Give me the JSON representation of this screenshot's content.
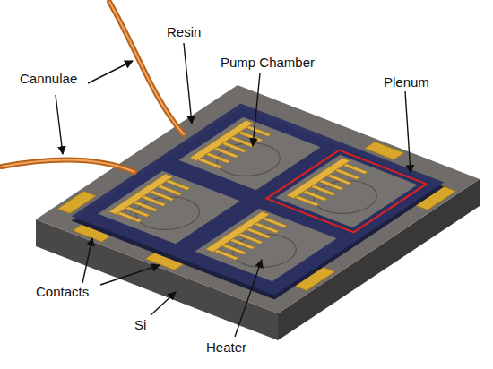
{
  "diagram": {
    "labels": [
      "Cannulae",
      "Resin",
      "Pump Chamber",
      "Plenum",
      "Contacts",
      "Si",
      "Heater"
    ]
  }
}
